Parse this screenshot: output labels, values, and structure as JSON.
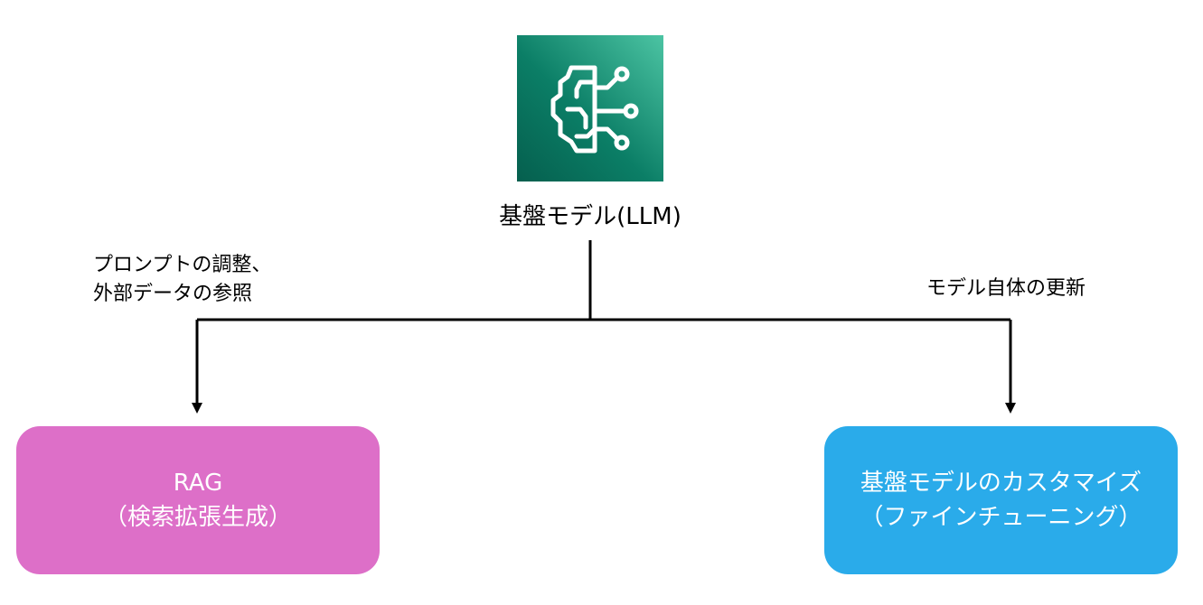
{
  "colors": {
    "icon_tile_dark": "#055f4e",
    "icon_tile_light": "#4cc4a3",
    "rag_box": "#dd6fc8",
    "finetune_box": "#2aabea",
    "line": "#000000"
  },
  "root": {
    "icon": "brain-circuit-icon",
    "label": "基盤モデル(LLM)"
  },
  "edges": {
    "left": {
      "line1": "プロンプトの調整、",
      "line2": "外部データの参照"
    },
    "right": {
      "label": "モデル自体の更新"
    }
  },
  "nodes": {
    "rag": {
      "line1": "RAG",
      "line2": "（検索拡張生成）"
    },
    "finetune": {
      "line1": "基盤モデルのカスタマイズ",
      "line2": "（ファインチューニング）"
    }
  }
}
